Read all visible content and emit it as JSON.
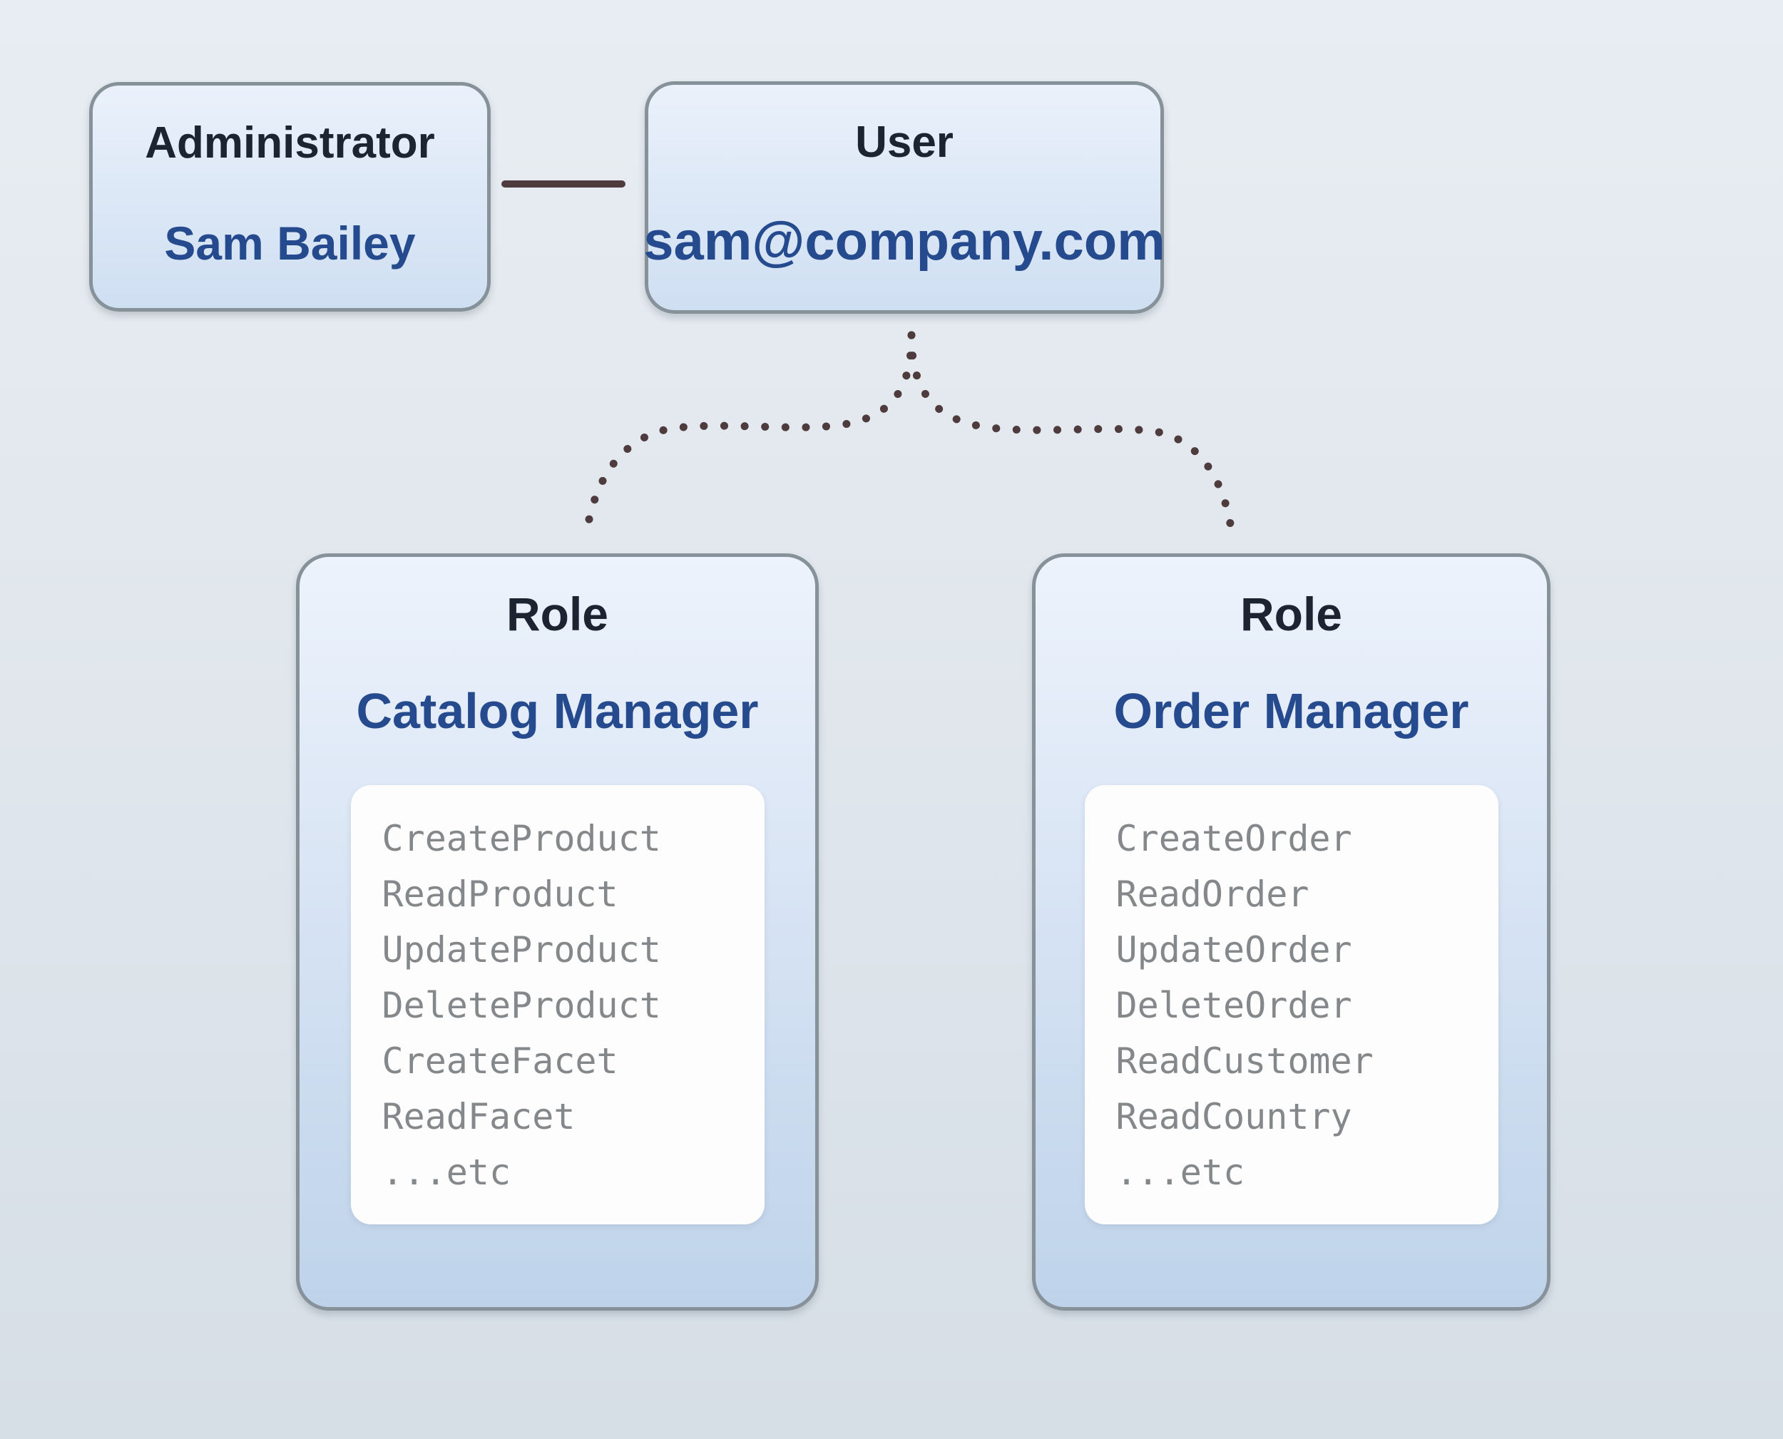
{
  "nodes": {
    "administrator": {
      "title": "Administrator",
      "name": "Sam Bailey"
    },
    "user": {
      "title": "User",
      "email": "sam@company.com"
    },
    "catalog_role": {
      "title": "Role",
      "name": "Catalog Manager",
      "permissions": [
        "CreateProduct",
        "ReadProduct",
        "UpdateProduct",
        "DeleteProduct",
        "CreateFacet",
        "ReadFacet",
        "...etc"
      ]
    },
    "order_role": {
      "title": "Role",
      "name": "Order Manager",
      "permissions": [
        "CreateOrder",
        "ReadOrder",
        "UpdateOrder",
        "DeleteOrder",
        "ReadCustomer",
        "ReadCountry",
        "...etc"
      ]
    }
  },
  "colors": {
    "background_top": "#e7edf2",
    "background_bottom": "#d6dee6",
    "box_border": "#86919a",
    "box_fill_top": "#edf3fc",
    "box_fill_bottom": "#bed3ea",
    "panel_background": "#fdfdfe",
    "title_text": "#1c2431",
    "accent_text": "#264a8e",
    "permission_text": "#85888b",
    "connector": "#4d3b3d"
  }
}
